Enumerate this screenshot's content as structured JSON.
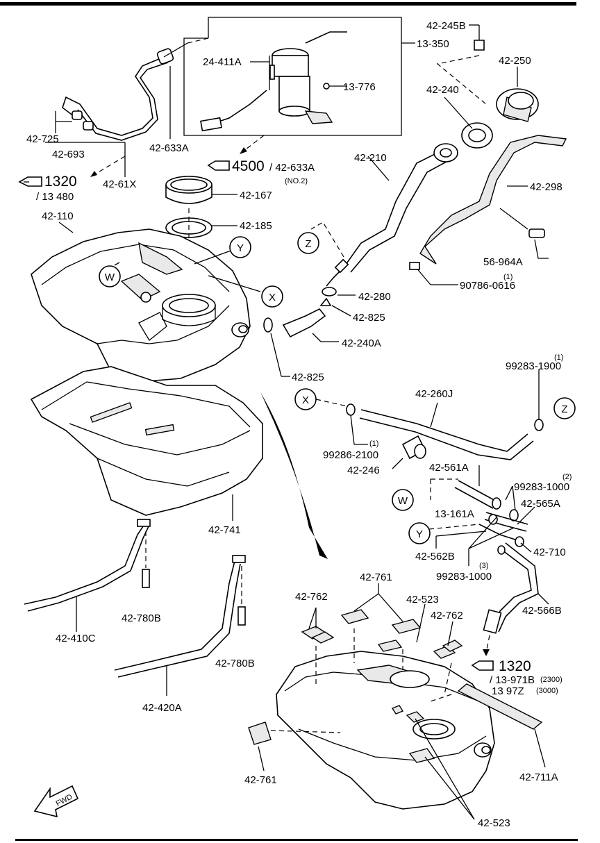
{
  "labels": {
    "p_13_350": "13-350",
    "p_24_411a": "24-411A",
    "p_13_776": "13-776",
    "p_42_245b": "42-245B",
    "p_42_250": "42-250",
    "p_42_240": "42-240",
    "p_42_725": "42-725",
    "p_42_693": "42-693",
    "p_42_633a": "42-633A",
    "p_42_61x": "42-61X",
    "ref_1320_a": "1320",
    "ref_13480": "/ 13 480",
    "ref_4500": "4500",
    "ref_4500_sub": "/ 42-633A",
    "ref_no2": "(NO.2)",
    "p_42_210": "42-210",
    "p_42_298": "42-298",
    "p_42_167": "42-167",
    "p_42_185": "42-185",
    "p_42_110": "42-110",
    "p_56_964a": "56-964A",
    "qty_90786": "(1)",
    "p_90786": "90786-0616",
    "p_42_280": "42-280",
    "p_42_825_a": "42-825",
    "p_42_240a": "42-240A",
    "p_42_825_b": "42-825",
    "qty_99283_1900": "(1)",
    "p_99283_1900": "99283-1900",
    "p_42_260j": "42-260J",
    "qty_99286": "(1)",
    "p_99286_2100": "99286-2100",
    "p_42_246": "42-246",
    "p_42_561a": "42-561A",
    "qty_99283_1000_a": "(2)",
    "p_99283_1000_a": "99283-1000",
    "p_42_565a": "42-565A",
    "p_13_161a": "13-161A",
    "p_42_562b": "42-562B",
    "p_42_710": "42-710",
    "qty_99283_1000_b": "(3)",
    "p_99283_1000_b": "99283-1000",
    "p_42_566b": "42-566B",
    "p_42_741": "42-741",
    "p_42_761_a": "42-761",
    "p_42_523_a": "42-523",
    "p_42_762_a": "42-762",
    "p_42_762_b": "42-762",
    "ref_1320_b": "1320",
    "ref_13971b": "/ 13-971B",
    "ref_2300": "(2300)",
    "ref_1397z": "13 97Z",
    "ref_3000": "(3000)",
    "p_42_410c": "42-410C",
    "p_42_780b_a": "42-780B",
    "p_42_780b_b": "42-780B",
    "p_42_420a": "42-420A",
    "p_42_711a": "42-711A",
    "p_42_761_b": "42-761",
    "p_42_523_b": "42-523",
    "fwd": "FWD"
  },
  "connectors": {
    "w_a": "W",
    "y_a": "Y",
    "x_a": "X",
    "z_a": "Z",
    "x_b": "X",
    "z_b": "Z",
    "w_b": "W",
    "y_b": "Y"
  }
}
